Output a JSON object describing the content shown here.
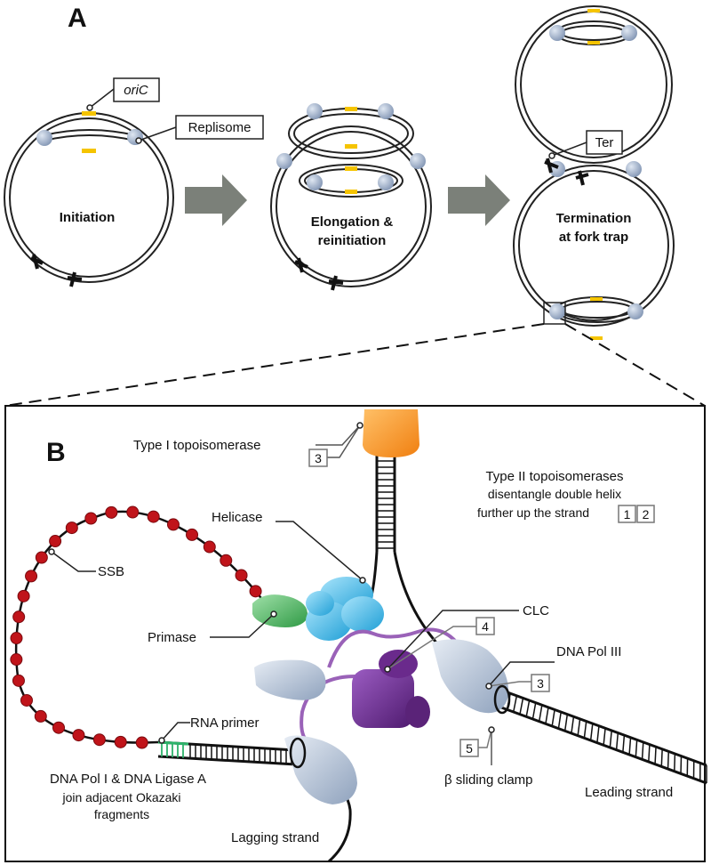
{
  "panel_a": {
    "label": "A",
    "oric_label": "oriC",
    "replisome_label": "Replisome",
    "ter_label": "Ter",
    "stage_1": "Initiation",
    "stage_2_line1": "Elongation &",
    "stage_2_line2": "reinitiation",
    "stage_3_line1": "Termination",
    "stage_3_line2": "at fork trap"
  },
  "panel_b": {
    "label": "B",
    "type1_topo": "Type I topoisomerase",
    "type1_num": "3",
    "type2_line1": "Type II topoisomerases",
    "type2_line2": "disentangle double helix",
    "type2_line3": "further up the strand",
    "type2_num1": "1",
    "type2_num2": "2",
    "helicase": "Helicase",
    "ssb": "SSB",
    "primase": "Primase",
    "clc": "CLC",
    "clc_num": "4",
    "pol3": "DNA Pol III",
    "pol3_num": "3",
    "rna_primer": "RNA primer",
    "ligase_line1": "DNA Pol I & DNA Ligase A",
    "ligase_line2": "join adjacent Okazaki",
    "ligase_line3": "fragments",
    "clamp_num": "5",
    "clamp": "β sliding clamp",
    "leading": "Leading strand",
    "lagging": "Lagging strand"
  },
  "colors": {
    "replisome": "#9fb0c9",
    "oric": "#f5c400",
    "ter": "#111111",
    "arrow": "#7b8079",
    "ssb": "#c0141a",
    "helicase": "#5cc0ea",
    "primase": "#3aa656",
    "clc": "#6a2a8c",
    "clc_link": "#9a62b8",
    "polymerase": "#b8c6d8",
    "topo": "#f39320",
    "primer": "#2db36a"
  }
}
